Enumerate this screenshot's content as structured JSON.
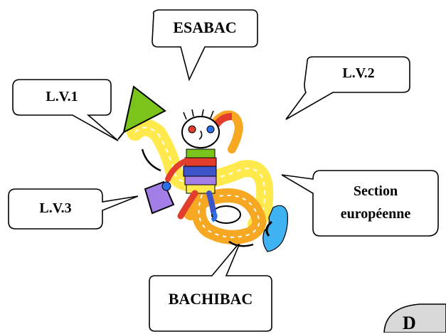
{
  "bubbles": {
    "esabac": "ESABAC",
    "lv2": "L.V.2",
    "lv1": "L.V.1",
    "section_line1": "Section",
    "section_line2": "européenne",
    "lv3": "L.V.3",
    "bachibac": "BACHIBAC"
  },
  "corner_fragment": "D",
  "colors": {
    "road_yellow": "#ffe94d",
    "road_orange": "#f7a823",
    "triangle": "#7ac41c",
    "square": "#a37ee6",
    "blue_shape": "#3fb3f2",
    "outline": "#000000",
    "gray_shape": "#d9d9d9"
  }
}
